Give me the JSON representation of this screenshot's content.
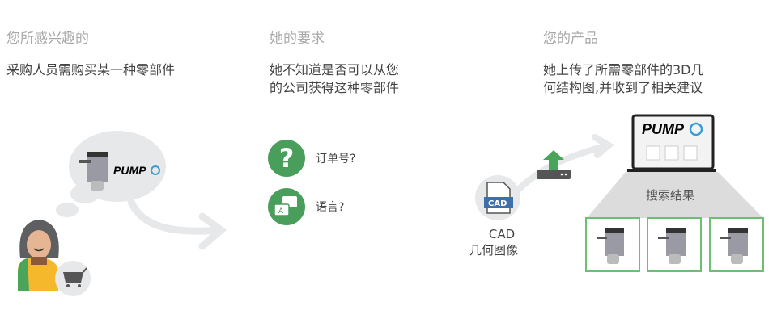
{
  "columns": [
    {
      "heading": "您所感兴趣的",
      "body": [
        "采购人员需购买某一种零部件"
      ]
    },
    {
      "heading": "她的要求",
      "body": [
        "她不知道是否可以从您",
        "的公司获得这种零部件"
      ],
      "items": [
        {
          "icon": "question-icon",
          "label": "订单号?"
        },
        {
          "icon": "language-bubbles-icon",
          "label": "语言?"
        }
      ]
    },
    {
      "heading": "您的产品",
      "body": [
        "她上传了所需零部件的3D几",
        "何结构图,并收到了相关建议"
      ],
      "cad_badge": "CAD",
      "cad_label": [
        "CAD",
        "几何图像"
      ],
      "results_label": "搜索结果"
    }
  ],
  "brand": "PUMP",
  "colors": {
    "green": "#4a9e5c",
    "light": "#e6e8ea",
    "frame": "#6dbf74"
  }
}
